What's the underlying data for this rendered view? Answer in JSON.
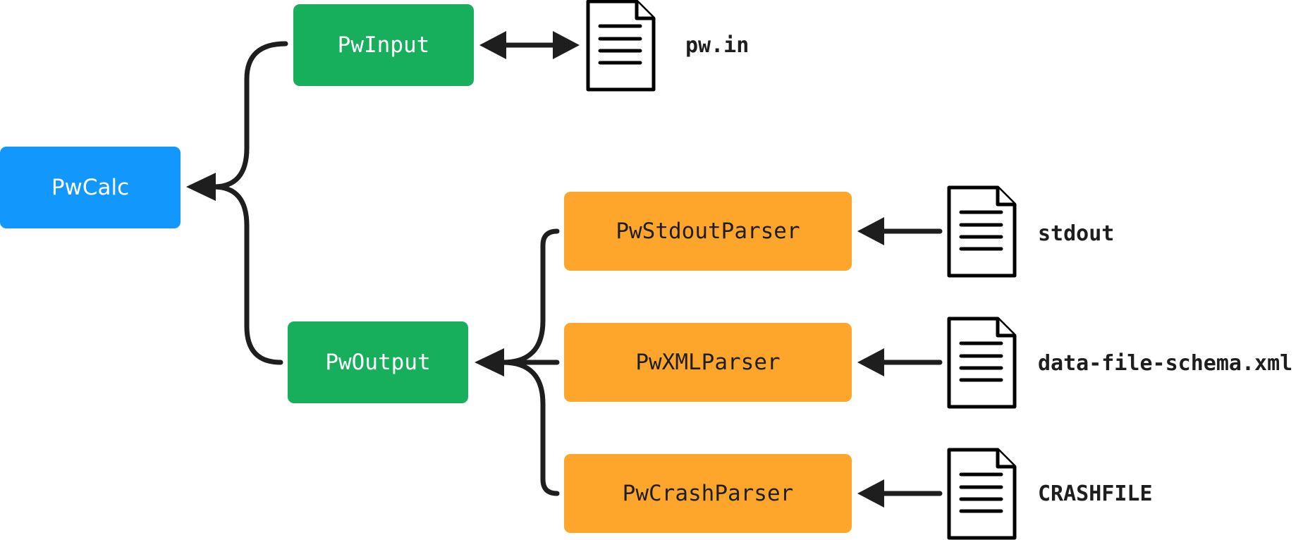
{
  "colors": {
    "calc": "#1297fd",
    "io": "#17af5b",
    "parser": "#fea62c",
    "stroke": "#1e1e1e"
  },
  "nodes": {
    "calc": "PwCalc",
    "input": "PwInput",
    "output": "PwOutput",
    "stdout_parser": "PwStdoutParser",
    "xml_parser": "PwXMLParser",
    "crash_parser": "PwCrashParser"
  },
  "files": {
    "input_file": "pw.in",
    "stdout_file": "stdout",
    "xml_file": "data-file-schema.xml",
    "crash_file": "CRASHFILE"
  },
  "icons": {
    "file": "document-icon",
    "arrow": "arrow-head-icon"
  }
}
